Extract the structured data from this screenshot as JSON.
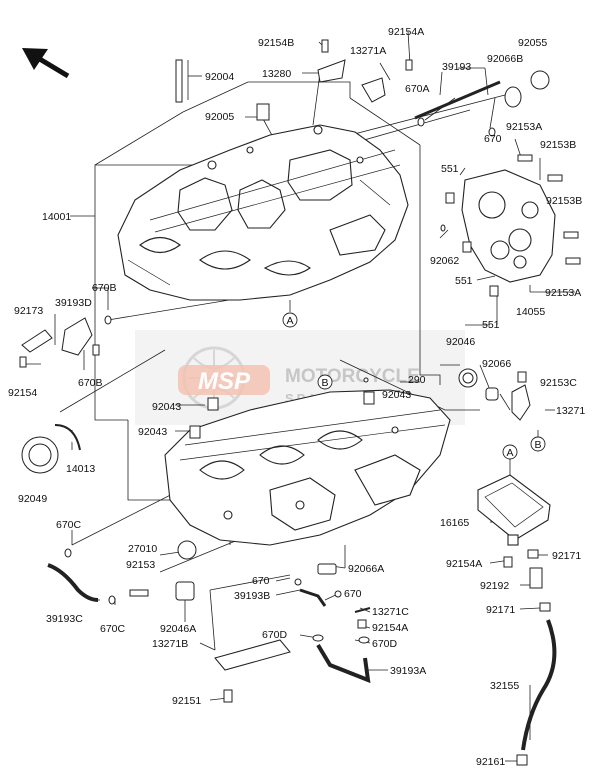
{
  "watermark": {
    "logo_text": "MSP",
    "line1": "MOTORCYCLE",
    "line2": "SPARE PARTS",
    "color": "#d9d9d9",
    "accent": "#f2b8a6"
  },
  "direction_icon": "arrow-up-left-icon",
  "callouts": {
    "ref_a_upper": "A",
    "ref_b_mid": "B",
    "ref_a_right": "A",
    "ref_b_right": "B"
  },
  "labels": {
    "92154B": "92154B",
    "92154A_top": "92154A",
    "92055": "92055",
    "13271A": "13271A",
    "92004": "92004",
    "13280": "13280",
    "39193": "39193",
    "92066B": "92066B",
    "670A": "670A",
    "92005": "92005",
    "670_top": "670",
    "92153A_top": "92153A",
    "92153B_top": "92153B",
    "551_top": "551",
    "92153B_mid": "92153B",
    "14001": "14001",
    "92062": "92062",
    "551_mid": "551",
    "670B_top": "670B",
    "92173": "92173",
    "39193D": "39193D",
    "92153A_right": "92153A",
    "14055": "14055",
    "551_low": "551",
    "92154_left": "92154",
    "670B_low": "670B",
    "92046": "92046",
    "92066": "92066",
    "290": "290",
    "92153C": "92153C",
    "92043_left": "92043",
    "92043_mid": "92043",
    "13271": "13271",
    "92043_low": "92043",
    "14013": "14013",
    "92049": "92049",
    "670C_top": "670C",
    "16165": "16165",
    "27010": "27010",
    "92154A_right": "92154A",
    "92171_top": "92171",
    "92153": "92153",
    "92066A": "92066A",
    "670_mid": "670",
    "92192": "92192",
    "39193C": "39193C",
    "670C_low": "670C",
    "39193B": "39193B",
    "670_low": "670",
    "92171_low": "92171",
    "92046A": "92046A",
    "13271C": "13271C",
    "92154A_low": "92154A",
    "670D_left": "670D",
    "670D_right": "670D",
    "13271B": "13271B",
    "39193A": "39193A",
    "32155": "32155",
    "92151": "92151",
    "92161": "92161"
  }
}
